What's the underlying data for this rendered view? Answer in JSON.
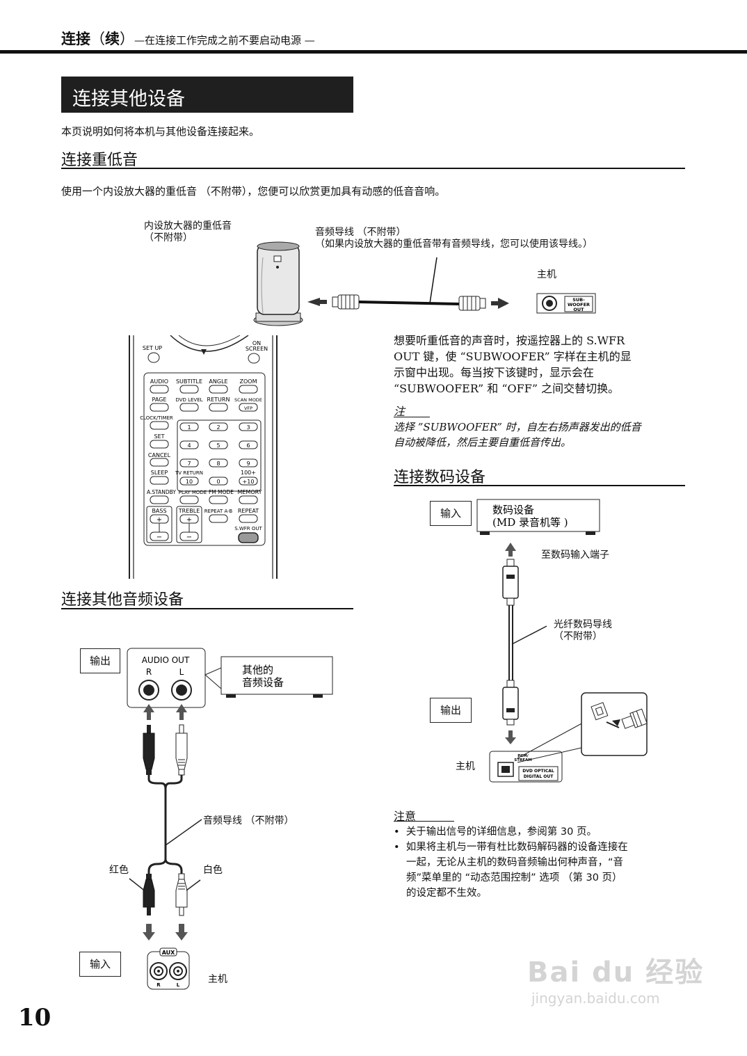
{
  "header": {
    "section": "连接",
    "paren_open": "（",
    "cont": "续",
    "paren_close": "）",
    "subtitle": "—在连接工作完成之前不要启动电源 —"
  },
  "title": "连接其他设备",
  "intro": "本页说明如何将本机与其他设备连接起来。",
  "subwoofer": {
    "heading": "连接重低音",
    "description": "使用一个内设放大器的重低音 （不附带），您便可以欣赏更加具有动感的低音音响。",
    "speaker_label": [
      "内设放大器的重低音",
      "（不附带）"
    ],
    "cable_label": [
      "音频导线 （不附带）",
      "（如果内设放大器的重低音带有音频导线，您可以使用该导线。）"
    ],
    "unit_label": "主机",
    "jack_label": [
      "SUB-",
      "WOOFER",
      "OUT"
    ],
    "instructions": [
      "想要听重低音的声音时，按遥控器上的 S.WFR",
      "OUT 键，使 “SUBWOOFER” 字样在主机的显",
      "示窗中出现。每当按下该键时，显示会在",
      "“SUBWOOFER” 和 “OFF” 之间交替切换。"
    ],
    "note_title": "注",
    "note_lines": [
      "选择 ”SUBWOOFER” 时，自左右扬声器发出的低音",
      "自动被降低，然后主要自重低音传出。"
    ]
  },
  "remote": {
    "labels": [
      "SET UP",
      "ON",
      "SCREEN",
      "AUDIO",
      "SUBTITLE",
      "ANGLE",
      "ZOOM",
      "PAGE",
      "DVD LEVEL",
      "RETURN",
      "SCAN MODE",
      "VFP",
      "CLOCK/TIMER",
      "SET",
      "CANCEL",
      "SLEEP",
      "TV RETURN",
      "100+",
      "A.STANDBY",
      "PLAY MODE",
      "FM MODE",
      "MEMORY",
      "BASS",
      "TREBLE",
      "REPEAT A-B",
      "REPEAT",
      "S.WFR OUT"
    ],
    "digits": [
      "1",
      "2",
      "3",
      "4",
      "5",
      "6",
      "7",
      "8",
      "9",
      "10",
      "0",
      "+10"
    ],
    "plus": "+",
    "minus": "−"
  },
  "audio_other": {
    "heading": "连接其他音频设备",
    "output_label": "输出",
    "panel_title": "AUDIO OUT",
    "channel_r": "R",
    "channel_l": "L",
    "device_label": [
      "其他的",
      "音频设备"
    ],
    "cable_label": "音频导线 （不附带）",
    "red_label": "红色",
    "white_label": "白色",
    "input_label": "输入",
    "aux_label": "AUX",
    "aux_r": "R",
    "aux_l": "L",
    "unit_label": "主机"
  },
  "digital": {
    "heading": "连接数码设备",
    "input_label": "输入",
    "device_label": [
      "数码设备",
      "(MD 录音机等 )"
    ],
    "to_terminal": "至数码输入端子",
    "cable_label": [
      "光纤数码导线",
      "（不附带）"
    ],
    "output_label": "输出",
    "unit_label": "主机",
    "port_label": [
      "PCM/",
      "STREAM"
    ],
    "optical_label": [
      "DVD OPTICAL",
      "DIGITAL OUT"
    ]
  },
  "caution": {
    "title": "注意",
    "items": [
      [
        "关于输出信号的详细信息，参阅第 30 页。"
      ],
      [
        "如果将主机与一带有杜比数码解码器的设备连接在",
        "一起，无论从主机的数码音频输出何种声音，“音",
        "频”菜单里的 “动态范围控制” 选项 （第 30 页）",
        "的设定都不生效。"
      ]
    ]
  },
  "page_number": "10",
  "watermark": {
    "brand": "Bai du 经验",
    "url": "jingyan.baidu.com"
  }
}
